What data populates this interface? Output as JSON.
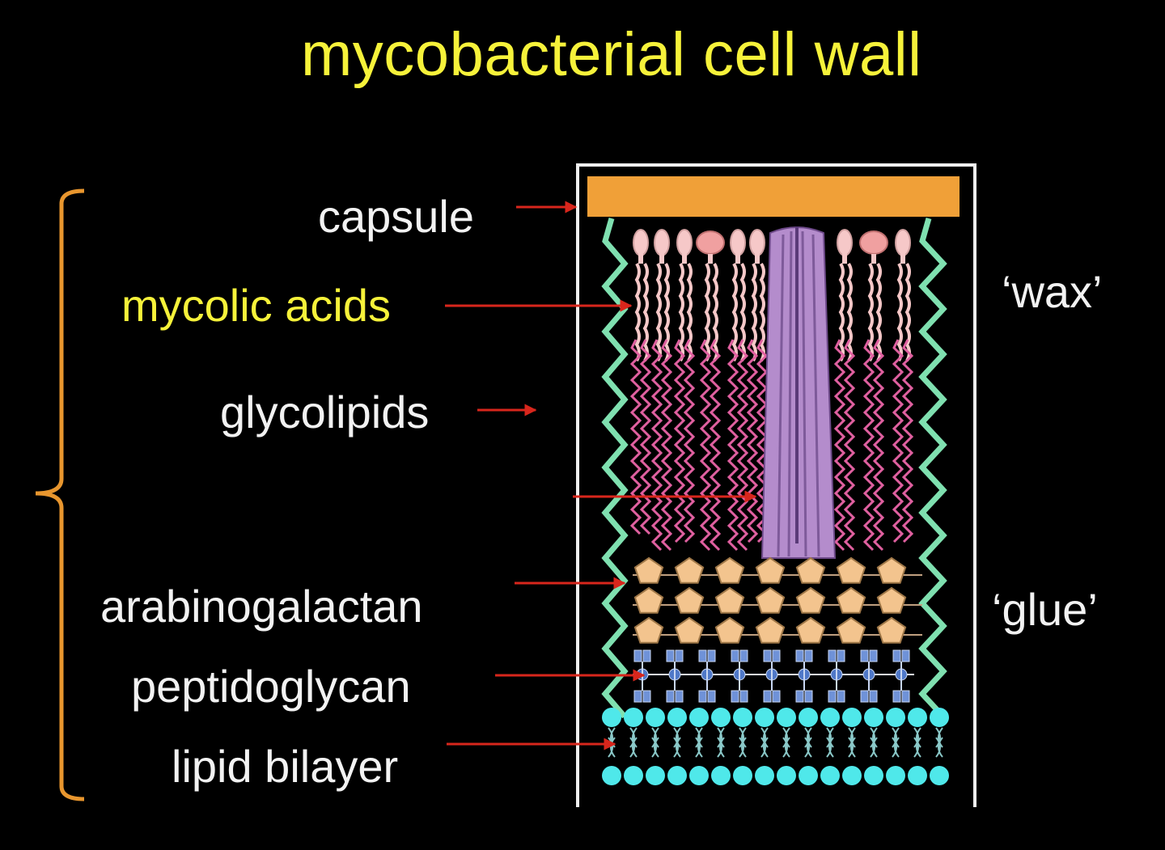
{
  "title": "mycobacterial cell wall",
  "labels": {
    "capsule": "capsule",
    "mycolic_acids": "mycolic acids",
    "glycolipids": "glycolipids",
    "arabinogalactan": "arabinogalactan",
    "peptidoglycan": "peptidoglycan",
    "lipid_bilayer": "lipid bilayer"
  },
  "side_labels": {
    "wax": "‘wax’",
    "glue": "‘glue’"
  },
  "colors": {
    "title": "#f6f23a",
    "highlight_label": "#f6f23a",
    "label": "#f2f2f2",
    "bracket": "#e8962e",
    "arrow": "#d8261c",
    "capsule": "#f0a038",
    "zigzag_wall": "#7fe0b0",
    "mycolic_head": "#f6c8c8",
    "mycolic_tail": "#e060a0",
    "porin": "#b48ccc",
    "arabinogalactan": "#f3c48e",
    "peptidoglycan": "#4f78c8",
    "lipid_head": "#4fe8ea"
  }
}
